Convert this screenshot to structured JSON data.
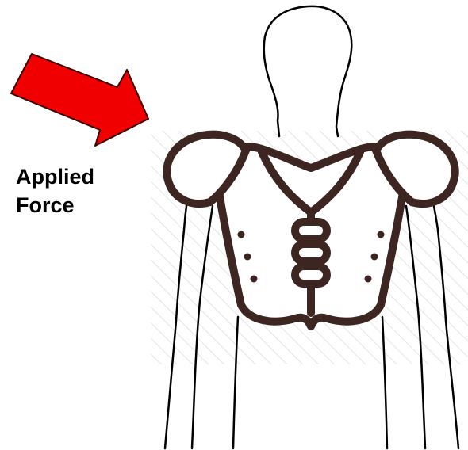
{
  "label": {
    "line1": "Applied",
    "line2": "Force"
  },
  "colors": {
    "arrow": "#f00000",
    "arrow_outline": "#3a0000",
    "pad": "#3d2522",
    "body_outline": "#000000",
    "hatch": "#e4e4e4"
  },
  "icons": {
    "arrow": "force-arrow-icon",
    "pads": "shoulder-pads-icon",
    "body": "human-silhouette"
  }
}
